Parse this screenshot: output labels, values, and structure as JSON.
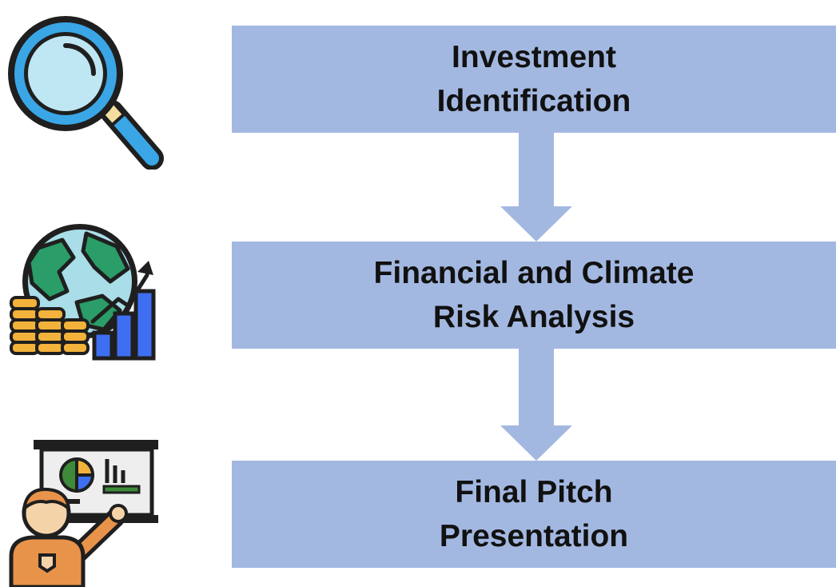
{
  "steps": [
    {
      "label": "Investment\nIdentification",
      "icon": "magnifying-glass-icon"
    },
    {
      "label": "Financial and Climate\nRisk Analysis",
      "icon": "globe-finance-growth-icon"
    },
    {
      "label": "Final Pitch\nPresentation",
      "icon": "presenter-whiteboard-icon"
    }
  ],
  "colors": {
    "box_fill": "#a3b8e1",
    "arrow_fill": "#a3b8e1",
    "text": "#111111"
  }
}
